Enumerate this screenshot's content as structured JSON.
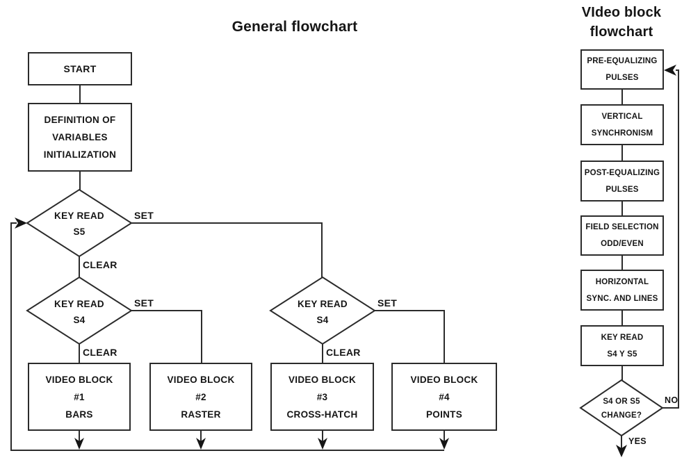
{
  "colors": {
    "line": "#2b2b2b",
    "text": "#151515",
    "background": "#ffffff"
  },
  "general": {
    "title": "General flowchart",
    "start": "START",
    "definition": {
      "line1": "DEFINITION OF",
      "line2": "VARIABLES",
      "line3": "INITIALIZATION"
    },
    "decision_s5": {
      "line1": "KEY READ",
      "line2": "S5"
    },
    "decision_s4_left": {
      "line1": "KEY READ",
      "line2": "S4"
    },
    "decision_s4_right": {
      "line1": "KEY READ",
      "line2": "S4"
    },
    "branch_labels": {
      "set": "SET",
      "clear": "CLEAR"
    },
    "block1": {
      "line1": "VIDEO BLOCK",
      "line2": "#1",
      "line3": "BARS"
    },
    "block2": {
      "line1": "VIDEO BLOCK",
      "line2": "#2",
      "line3": "RASTER"
    },
    "block3": {
      "line1": "VIDEO BLOCK",
      "line2": "#3",
      "line3": "CROSS-HATCH"
    },
    "block4": {
      "line1": "VIDEO BLOCK",
      "line2": "#4",
      "line3": "POINTS"
    }
  },
  "video_block": {
    "title": {
      "line1": "VIdeo block",
      "line2": "flowchart"
    },
    "steps": [
      {
        "line1": "PRE-EQUALIZING",
        "line2": "PULSES"
      },
      {
        "line1": "VERTICAL",
        "line2": "SYNCHRONISM"
      },
      {
        "line1": "POST-EQUALIZING",
        "line2": "PULSES"
      },
      {
        "line1": "FIELD SELECTION",
        "line2": "ODD/EVEN"
      },
      {
        "line1": "HORIZONTAL",
        "line2": "SYNC. AND LINES"
      },
      {
        "line1": "KEY READ",
        "line2": "S4 Y S5"
      }
    ],
    "decision": {
      "line1": "S4 OR S5",
      "line2": "CHANGE?"
    },
    "branch_labels": {
      "no": "NO",
      "yes": "YES"
    }
  }
}
